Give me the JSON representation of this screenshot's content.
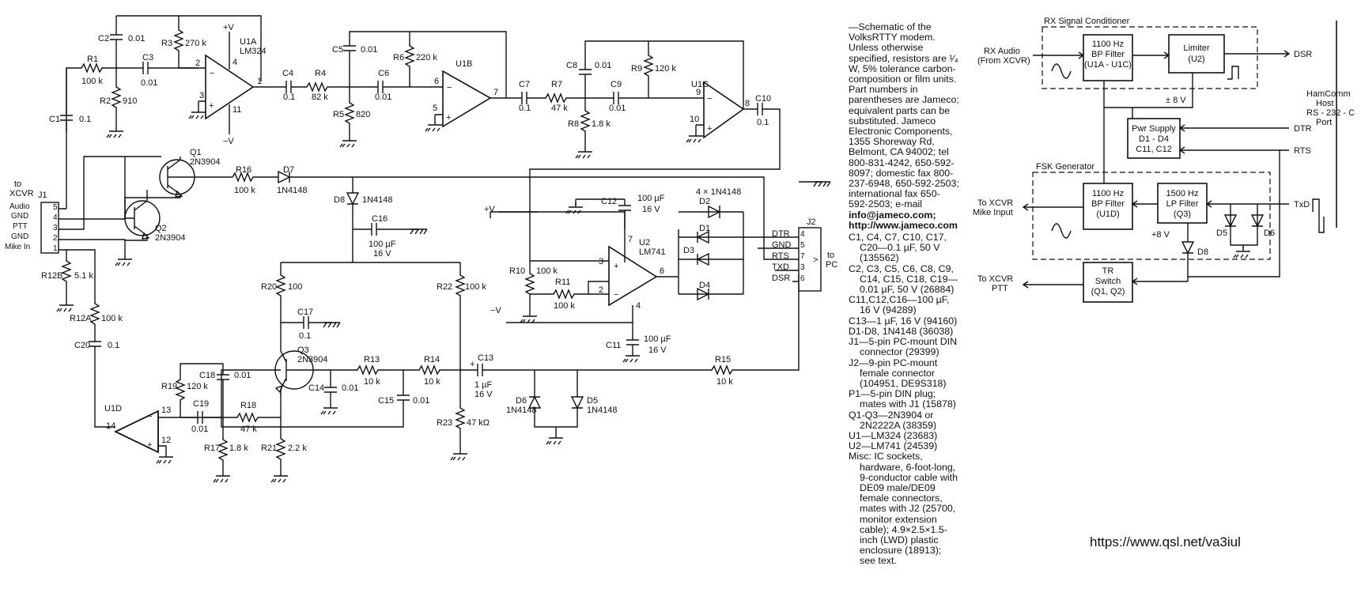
{
  "notes": {
    "intro": "—Schematic of the VolksRTTY modem. Unless otherwise specified, resistors are ¹⁄₄ W, 5% tolerance carbon-composition or film units. Part numbers in parentheses are Jameco; equivalent parts can be substituted. Jameco Electronic Components, 1355 Shoreway Rd, Belmont, CA 94002; tel 800-831-4242, 650-592-8097; domestic fax 800-237-6948, 650-592-2503; international fax 650-592-2503; e-mail",
    "email": "info@jameco.com;",
    "web": "http://www.jameco.com",
    "parts": [
      "C1, C4, C7, C10, C17, C20—0.1 µF, 50 V (135562)",
      "C2, C3, C5, C6, C8, C9, C14, C15, C18, C19—0.01 µF, 50 V (26884)",
      "C11,C12,C16—100 µF, 16 V (94289)",
      "C13—1 µF, 16 V (94160)",
      "D1-D8, 1N4148 (36038)",
      "J1—5-pin PC-mount DIN connector (29399)",
      "J2—9-pin PC-mount female connector (104951, DE9S318)",
      "P1—5-pin DIN plug; mates with J1 (15878)",
      "Q1-Q3—2N3904 or 2N2222A (38359)",
      "U1—LM324 (23683)",
      "U2—LM741 (24539)",
      "Misc: IC sockets, hardware, 6-foot-long, 9-conductor cable with DE09 male/DE09 female connectors, mates with J2 (25700, monitor extension cable); 4.9×2.5×1.5-inch (LWD) plastic enclosure (18913); see text."
    ]
  },
  "website": "https://www.qsl.net/va3iul",
  "schematic": {
    "labels": {
      "R1": "R1",
      "R1v": "100 k",
      "R2": "R2",
      "R2v": "910",
      "R3": "R3",
      "R3v": "270 k",
      "C1": "C1",
      "C1v": "0.1",
      "C2": "C2",
      "C2v": "0.01",
      "C3": "C3",
      "C3v": "0.01",
      "U1A": "U1A",
      "U1Av": "LM324",
      "vplus": "+V",
      "vminus": "−V",
      "pin2": "2",
      "pin3": "3",
      "pin4": "4",
      "pin11": "11",
      "pin1": "1",
      "C4": "C4",
      "C4v": "0.1",
      "R4": "R4",
      "R4v": "82 k",
      "R5": "R5",
      "R5v": "820",
      "C5": "C5",
      "C5v": "0.01",
      "R6": "R6",
      "R6v": "220 k",
      "C6": "C6",
      "C6v": "0.01",
      "U1B": "U1B",
      "pin6": "6",
      "pin5": "5",
      "pin7": "7",
      "C7": "C7",
      "C7v": "0.1",
      "R7": "R7",
      "R7v": "47 k",
      "C8": "C8",
      "C8v": "0.01",
      "R8": "R8",
      "R8v": "1.8 k",
      "C9": "C9",
      "C9v": "0.01",
      "R9": "R9",
      "R9v": "120 k",
      "U1C": "U1C",
      "pin9": "9",
      "pin10": "10",
      "pin8": "8",
      "C10": "C10",
      "C10v": "0.1",
      "J1": "J1",
      "toXCVR": "to",
      "toXCVR2": "XCVR",
      "j1audio": "Audio",
      "j1gnd": "GND",
      "j1ptt": "PTT",
      "j1gnd2": "GND",
      "j1mike": "Mike In",
      "j1p5": "5",
      "j1p4": "4",
      "j1p3": "3",
      "j1p2": "2",
      "j1p1": "1",
      "Q1": "Q1",
      "Q1v": "2N3904",
      "Q2": "Q2",
      "Q2v": "2N3904",
      "R16": "R16",
      "R16v": "100 k",
      "D7": "D7",
      "D7v": "1N4148",
      "D8": "D8",
      "D8v": "1N4148",
      "C16": "C16",
      "C16v": "100 µF",
      "C16v2": "16 V",
      "R12B": "R12B",
      "R12Bv": "5.1 k",
      "R12A": "R12A",
      "R12Av": "100 k",
      "C20": "C20",
      "C20v": "0.1",
      "R20": "R20",
      "R20v": "100",
      "R22": "R22",
      "R22v": "100 k",
      "C17": "C17",
      "C17v": "0.1",
      "Q3": "Q3",
      "Q3v": "2N3904",
      "R13": "R13",
      "R13v": "10 k",
      "R14": "R14",
      "R14v": "10 k",
      "C13": "C13",
      "C13v": "1 µF",
      "C13v2": "16 V",
      "C14": "C14",
      "C14v": "0.01",
      "C15": "C15",
      "C15v": "0.01",
      "R19": "R19",
      "R19v": "120 k",
      "C18": "C18",
      "C18v": "0.01",
      "U1D": "U1D",
      "pin13": "13",
      "pin14": "14",
      "pin12": "12",
      "C19": "C19",
      "C19v": "0.01",
      "R18": "R18",
      "R18v": "47 k",
      "R17": "R17",
      "R17v": "1.8 k",
      "R21": "R21",
      "R21v": "2.2 k",
      "R23": "R23",
      "R23v": "47 kΩ",
      "D6": "D6",
      "D6v": "1N4148",
      "D5": "D5",
      "D5v": "1N4148",
      "R15": "R15",
      "R15v": "10 k",
      "C12": "C12",
      "C12v": "100 µF",
      "C12v2": "16 V",
      "D2": "D2",
      "D1": "D1",
      "D3": "D3",
      "D4": "D4",
      "dx4": "4 × 1N4148",
      "U2": "U2",
      "U2v": "LM741",
      "R10": "R10",
      "R10v": "100 k",
      "R11": "R11",
      "R11v": "100 k",
      "C11": "C11",
      "C11v": "100 µF",
      "C11v2": "16 V",
      "u2p3": "3",
      "u2p2": "2",
      "u2p6": "6",
      "u2p7": "7",
      "u2p4": "4",
      "J2": "J2",
      "toPC": "to",
      "toPC2": "PC",
      "DTR": "DTR",
      "GND": "GND",
      "RTS": "RTS",
      "TXD": "TXD",
      "DSR": "DSR",
      "j2p4": "4",
      "j2p5": "5",
      "j2p7": "7",
      "j2p3": "3",
      "j2p6": "6"
    }
  },
  "block": {
    "rx_title": "RX Signal Conditioner",
    "fsk_title": "FSK Generator",
    "rx_audio": "RX Audio",
    "rx_audio2": "(From XCVR)",
    "bp1": [
      "1100 Hz",
      "BP Filter",
      "(U1A - U1C)"
    ],
    "limiter": [
      "Limiter",
      "(U2)"
    ],
    "dsr": "DSR",
    "pm8v": "± 8 V",
    "pwr": [
      "Pwr Supply",
      "D1 - D4",
      "C11, C12"
    ],
    "dtr": "DTR",
    "rts": "RTS",
    "host": [
      "HamComm",
      "Host",
      "RS - 232 - C",
      "Port"
    ],
    "bp2": [
      "1100 Hz",
      "BP Filter",
      "(U1D)"
    ],
    "lp": [
      "1500 Hz",
      "LP Filter",
      "(Q3)"
    ],
    "to_mike": "To XCVR",
    "to_mike2": "Mike Input",
    "txd": "TxD",
    "p8v": "+8 V",
    "d5": "D5",
    "d6": "D6",
    "d8": "D8",
    "tr": [
      "TR",
      "Switch",
      "(Q1, Q2)"
    ],
    "to_ptt": "To XCVR",
    "to_ptt2": "PTT"
  }
}
